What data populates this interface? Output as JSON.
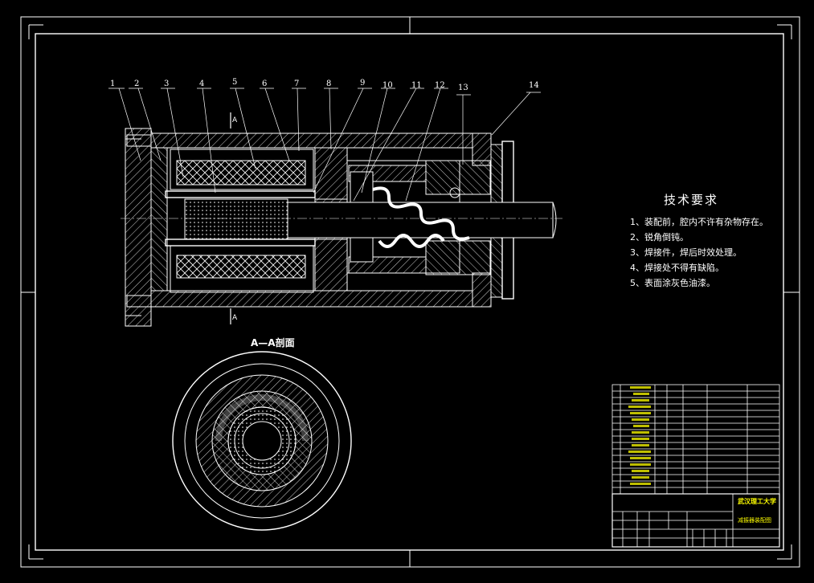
{
  "drawing": {
    "part_numbers": [
      "1",
      "2",
      "3",
      "4",
      "5",
      "6",
      "7",
      "8",
      "9",
      "10",
      "11",
      "12",
      "13",
      "14"
    ],
    "section_marker": "A",
    "section_title": "A—A剖面",
    "technical_requirements": {
      "title": "技术要求",
      "items": [
        "1、装配前，腔内不许有杂物存在。",
        "2、锐角倒钝。",
        "3、焊接件，焊后时效处理。",
        "4、焊接处不得有缺陷。",
        "5、表面涂灰色油漆。"
      ]
    },
    "title_block": {
      "school": "武汉理工大学",
      "drawing_name": "减振器装配图"
    }
  },
  "colors": {
    "background": "#000000",
    "line": "#ffffff",
    "accent": "#ffff00"
  }
}
